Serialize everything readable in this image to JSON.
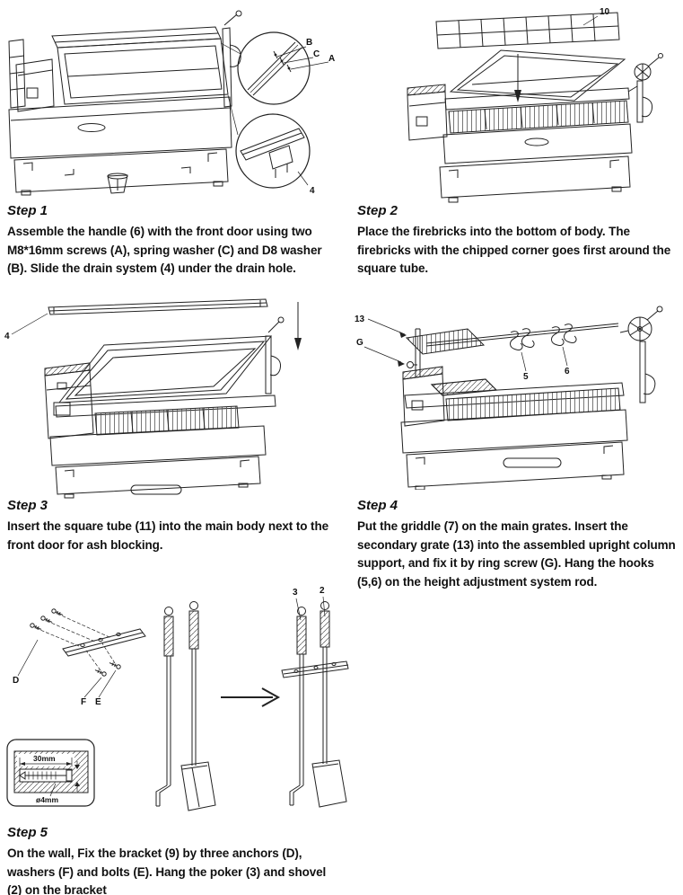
{
  "page": {
    "background": "#ffffff",
    "ink": "#1a1a1a"
  },
  "steps": [
    {
      "title": "Step 1",
      "text": "Assemble the handle (6) with the front door using two M8*16mm screws (A), spring washer (C) and D8 washer (B). Slide the drain system (4) under the drain hole."
    },
    {
      "title": "Step 2",
      "text": "Place the firebricks into the bottom of body. The firebricks with the chipped corner goes first around the square tube."
    },
    {
      "title": "Step 3",
      "text": "Insert the square tube (11) into the main body next to the front door for ash blocking."
    },
    {
      "title": "Step 4",
      "text": "Put the griddle (7) on the main grates. Insert the secondary grate (13) into the assembled upright column support, and fix it by ring screw (G). Hang the hooks (5,6) on the height adjustment system rod."
    },
    {
      "title": "Step 5",
      "text": "On the wall, Fix the bracket (9) by three anchors (D), washers (F) and bolts (E). Hang the poker (3) and shovel (2) on the bracket"
    }
  ],
  "figure_labels": {
    "step1": {
      "screw_a": "A",
      "screw_b": "B",
      "screw_c": "C",
      "drain_system": "4"
    },
    "step2": {
      "firebricks": "10"
    },
    "step3": {
      "square_tube": "4"
    },
    "step4": {
      "secondary_grate": "13",
      "ring_screw": "G",
      "hook_left": "5",
      "hook_right": "6"
    },
    "step5": {
      "anchor": "D",
      "washer": "F",
      "bolt": "E",
      "poker": "3",
      "shovel": "2",
      "depth": "30mm",
      "diameter": "ø4mm"
    }
  }
}
